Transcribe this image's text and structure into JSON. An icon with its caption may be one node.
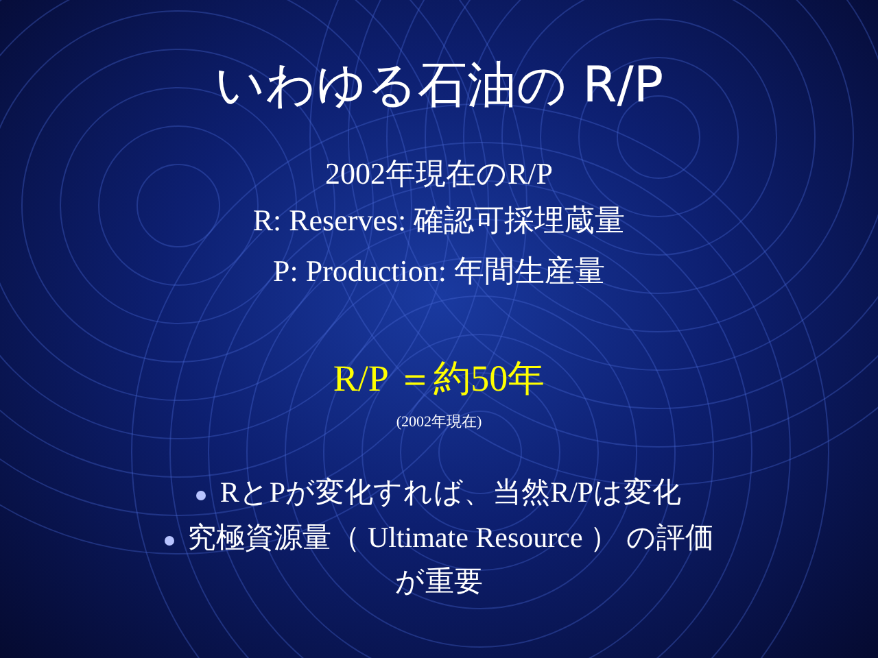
{
  "diagram": {
    "title": "いわゆる石油の R/P",
    "labels": [
      "2002年現在のR/P",
      "R:  Reserves:  確認可採埋蔵量",
      "P:  Production:  年間生産量",
      "R/P ＝約50年",
      "(2002年現在)",
      "RとPが変化すれば、当然R/Pは変化",
      "究極資源量（ Ultimate Resource ） の評価が重要"
    ]
  }
}
